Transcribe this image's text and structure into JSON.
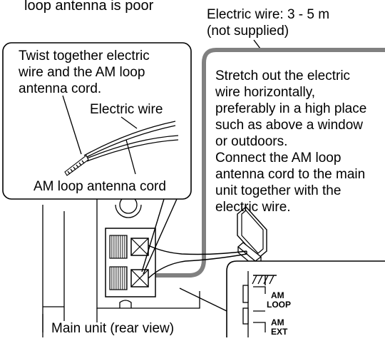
{
  "heading_fragment": "loop antenna is poor",
  "wire_length_label": {
    "line1": "Electric wire: 3 - 5 m",
    "line2": "(not supplied)"
  },
  "twist_callout": {
    "lines": [
      "Twist together electric",
      "wire and the AM loop",
      "antenna cord."
    ],
    "electric_wire_label": "Electric wire",
    "am_cord_label": "AM loop antenna cord"
  },
  "stretch_instruction": {
    "lines": [
      "Stretch out the electric",
      "wire horizontally,",
      "preferably in a high place",
      "such as above a window",
      "or outdoors.",
      "Connect the AM loop",
      "antenna cord to the main",
      "unit together with the",
      "electric wire."
    ]
  },
  "terminal_labels": {
    "am": "AM",
    "loop": "LOOP",
    "ext": "EXT"
  },
  "main_unit_label": "Main unit (rear view)",
  "colors": {
    "wire_gray": "#808080",
    "line_black": "#000000",
    "hatch_gray": "#6e6e6e",
    "background": "#ffffff"
  }
}
